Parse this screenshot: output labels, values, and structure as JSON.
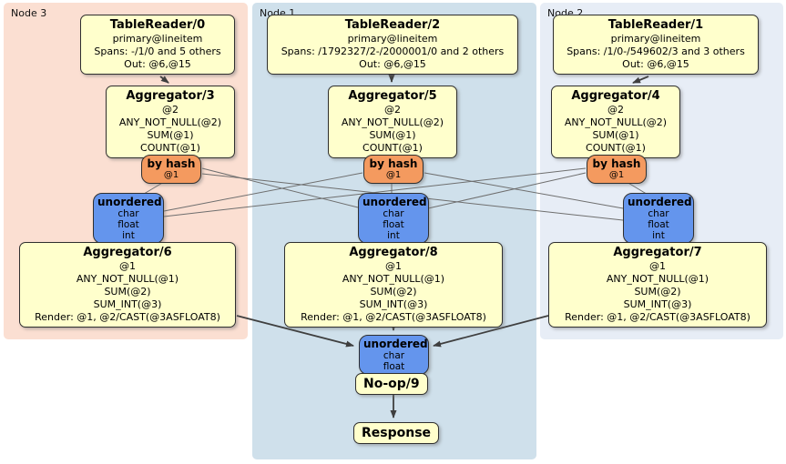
{
  "regions": {
    "node3": {
      "label": "Node 3"
    },
    "node1": {
      "label": "Node 1"
    },
    "node2": {
      "label": "Node 2"
    }
  },
  "processors": {
    "tablereader0": {
      "title": "TableReader/0",
      "lines": [
        "primary@lineitem",
        "Spans: -/1/0 and 5 others",
        "Out: @6,@15"
      ]
    },
    "tablereader2": {
      "title": "TableReader/2",
      "lines": [
        "primary@lineitem",
        "Spans: /1792327/2-/2000001/0 and 2 others",
        "Out: @6,@15"
      ]
    },
    "tablereader1": {
      "title": "TableReader/1",
      "lines": [
        "primary@lineitem",
        "Spans: /1/0-/549602/3 and 3 others",
        "Out: @6,@15"
      ]
    },
    "aggregator3": {
      "title": "Aggregator/3",
      "lines": [
        "@2",
        "ANY_NOT_NULL(@2)",
        "SUM(@1)",
        "COUNT(@1)"
      ]
    },
    "aggregator5": {
      "title": "Aggregator/5",
      "lines": [
        "@2",
        "ANY_NOT_NULL(@2)",
        "SUM(@1)",
        "COUNT(@1)"
      ]
    },
    "aggregator4": {
      "title": "Aggregator/4",
      "lines": [
        "@2",
        "ANY_NOT_NULL(@2)",
        "SUM(@1)",
        "COUNT(@1)"
      ]
    },
    "aggregator6": {
      "title": "Aggregator/6",
      "lines": [
        "@1",
        "ANY_NOT_NULL(@1)",
        "SUM(@2)",
        "SUM_INT(@3)",
        "Render: @1, @2/CAST(@3ASFLOAT8)"
      ]
    },
    "aggregator8": {
      "title": "Aggregator/8",
      "lines": [
        "@1",
        "ANY_NOT_NULL(@1)",
        "SUM(@2)",
        "SUM_INT(@3)",
        "Render: @1, @2/CAST(@3ASFLOAT8)"
      ]
    },
    "aggregator7": {
      "title": "Aggregator/7",
      "lines": [
        "@1",
        "ANY_NOT_NULL(@1)",
        "SUM(@2)",
        "SUM_INT(@3)",
        "Render: @1, @2/CAST(@3ASFLOAT8)"
      ]
    },
    "noop9": {
      "title": "No-op/9"
    },
    "response": {
      "title": "Response"
    }
  },
  "routers": {
    "hash_left": {
      "title": "by hash",
      "lines": [
        "@1"
      ]
    },
    "hash_middle": {
      "title": "by hash",
      "lines": [
        "@1"
      ]
    },
    "hash_right": {
      "title": "by hash",
      "lines": [
        "@1"
      ]
    }
  },
  "syncs": {
    "unordered_left": {
      "title": "unordered",
      "lines": [
        "char",
        "float",
        "int"
      ]
    },
    "unordered_middle": {
      "title": "unordered",
      "lines": [
        "char",
        "float",
        "int"
      ]
    },
    "unordered_right": {
      "title": "unordered",
      "lines": [
        "char",
        "float",
        "int"
      ]
    },
    "unordered_final": {
      "title": "unordered",
      "lines": [
        "char",
        "float"
      ]
    }
  },
  "colors": {
    "node3_region_bg": "#fbdfd2",
    "node1_region_bg": "#cfe0eb",
    "node2_region_bg": "#e7edf6",
    "processor_box_bg": "#ffffcc",
    "hash_router_bg": "#f49a5f",
    "sync_box_bg": "#6495ed",
    "edge_line": "#6e6e6e",
    "arrow": "#3f3f3f"
  }
}
